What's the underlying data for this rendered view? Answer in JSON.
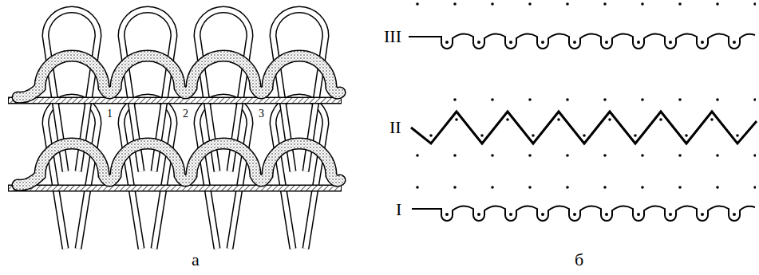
{
  "diagram": {
    "labels": [
      "1",
      "2",
      "3",
      "III",
      "II",
      "I",
      "а",
      "б"
    ]
  }
}
